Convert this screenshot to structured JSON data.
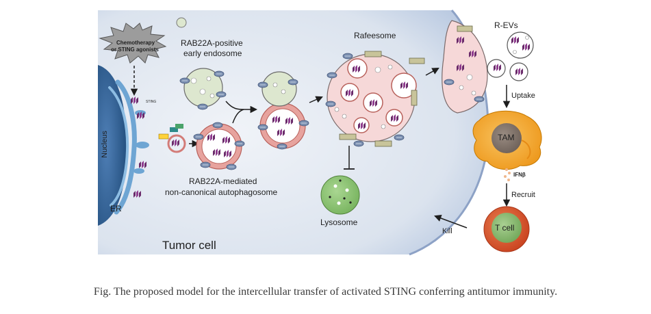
{
  "figure": {
    "burst_label_line1": "Chemotherapy",
    "burst_label_line2": "or STING agonists",
    "early_endosome_line1": "RAB22A-positive",
    "early_endosome_line2": "early endosome",
    "rafeesome": "Rafeesome",
    "revs": "R-EVs",
    "uptake": "Uptake",
    "tam": "TAM",
    "ifnb": "IFNβ",
    "recruit": "Recruit",
    "tcell": "T cell",
    "kill": "Kill",
    "nucleus": "Nucleus",
    "er": "ER",
    "autophagosome_line1": "RAB22A-mediated",
    "autophagosome_line2": "non-canonical autophagosome",
    "lysosome": "Lysosome",
    "tumor_cell": "Tumor cell",
    "sting_tag": "STING",
    "colors": {
      "cytoplasm": "#dde5ef",
      "membrane_edge": "#6d86b4",
      "nucleus": "#2f5f96",
      "er": "#6ea5d3",
      "endosome": "#dde7cf",
      "autophagosome": "#e7a39e",
      "rafeesome": "#f6d8d8",
      "rab22a_marker": "#7b8fb0",
      "sting_cluster": "#6a2a6a",
      "tam": "#f4ad3c",
      "tcell": "#d9542b",
      "lysosome": "#8fc777"
    }
  },
  "caption": "Fig. The proposed model for the intercellular transfer of activated STING conferring antitumor immunity."
}
